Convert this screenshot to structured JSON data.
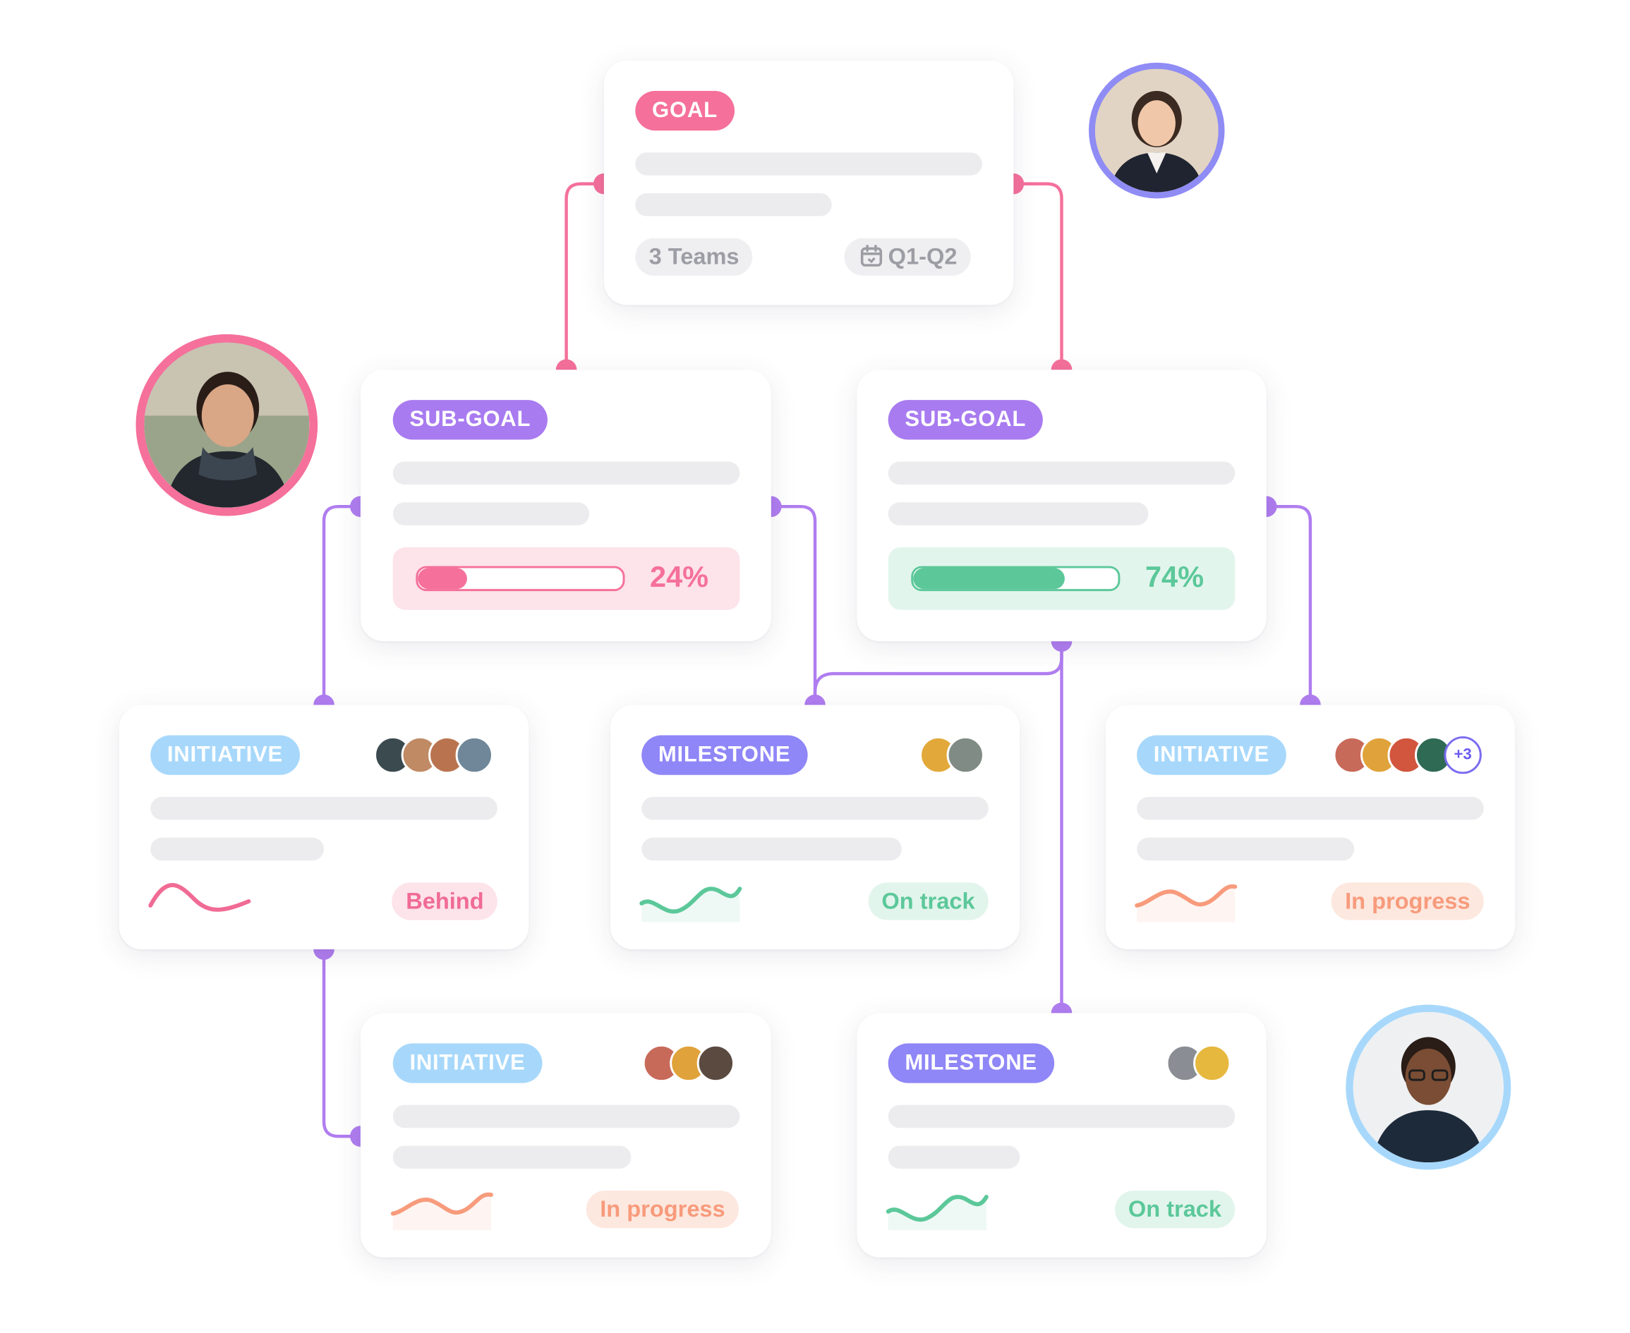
{
  "colors": {
    "goal": "#f5709b",
    "subgoal": "#a87bf0",
    "initiative": "#a7d8fb",
    "milestone": "#8f86f7",
    "connector_pink": "#f5709b",
    "connector_purple": "#b07df0",
    "behind": "#f06b95",
    "on_track": "#5cc89a",
    "in_progress": "#f79b7c"
  },
  "goal": {
    "tag": "GOAL",
    "teams": "3 Teams",
    "period_icon": "calendar-icon",
    "period": "Q1-Q2"
  },
  "subgoals": [
    {
      "tag": "SUB-GOAL",
      "progress": 0.24,
      "progress_label": "24%"
    },
    {
      "tag": "SUB-GOAL",
      "progress": 0.74,
      "progress_label": "74%"
    }
  ],
  "items": [
    {
      "tag": "INITIATIVE",
      "status": "Behind",
      "trend": "behind",
      "assignees": 4
    },
    {
      "tag": "MILESTONE",
      "status": "On track",
      "trend": "on_track",
      "assignees": 2
    },
    {
      "tag": "INITIATIVE",
      "status": "In progress",
      "trend": "in_progress",
      "assignees": 4,
      "extra": "+3"
    },
    {
      "tag": "INITIATIVE",
      "status": "In progress",
      "trend": "in_progress",
      "assignees": 3
    },
    {
      "tag": "MILESTONE",
      "status": "On track",
      "trend": "on_track",
      "assignees": 2
    }
  ],
  "owners": [
    "owner-avatar-woman",
    "owner-avatar-man-scarf",
    "owner-avatar-man-glasses"
  ]
}
